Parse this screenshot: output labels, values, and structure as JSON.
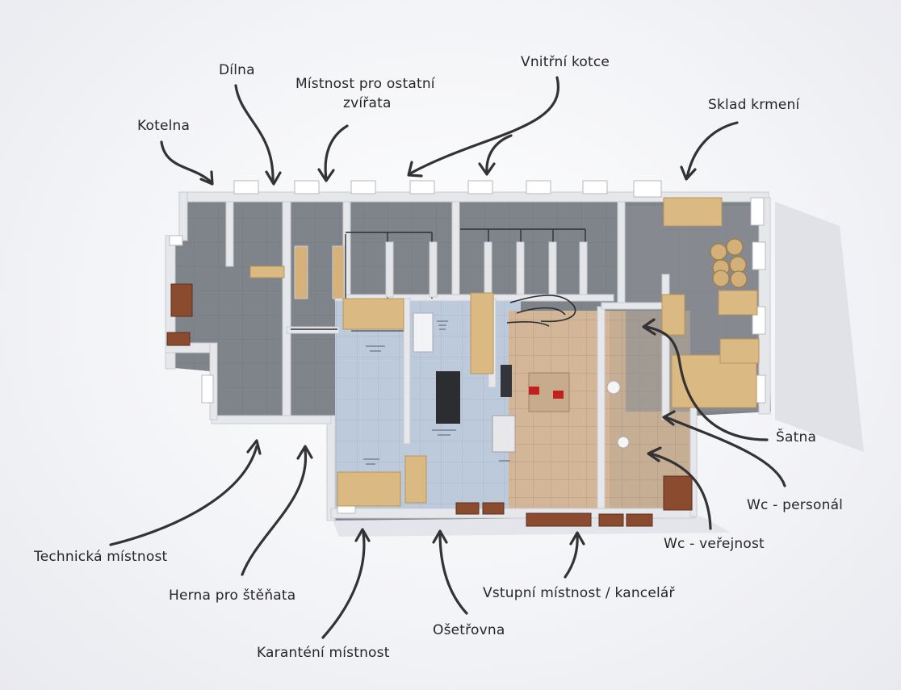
{
  "labels": {
    "kotelna": "Kotelna",
    "dilna": "Dílna",
    "mistnost_ostatni_1": "Místnost pro ostatní",
    "mistnost_ostatni_2": "zvířata",
    "vnitrni_kotce": "Vnitřní kotce",
    "sklad_krmeni": "Sklad krmení",
    "satna": "Šatna",
    "wc_personal": "Wc - personál",
    "wc_verejnost": "Wc - veřejnost",
    "vstupni_mistnost": "Vstupní místnost / kancelář",
    "osetrovna": "Ošetřovna",
    "karanteni_mistnost": "Karanténí místnost",
    "herna_pro_stenata": "Herna pro štěňata",
    "technicka_mistnost": "Technická místnost"
  },
  "colors": {
    "floor_dark": "#7d8087",
    "floor_light": "#b9c6d6",
    "floor_tile": "#d3b89a",
    "wall": "#e4e5e9",
    "wood": "#d9b780",
    "brown": "#8a4a2e"
  }
}
